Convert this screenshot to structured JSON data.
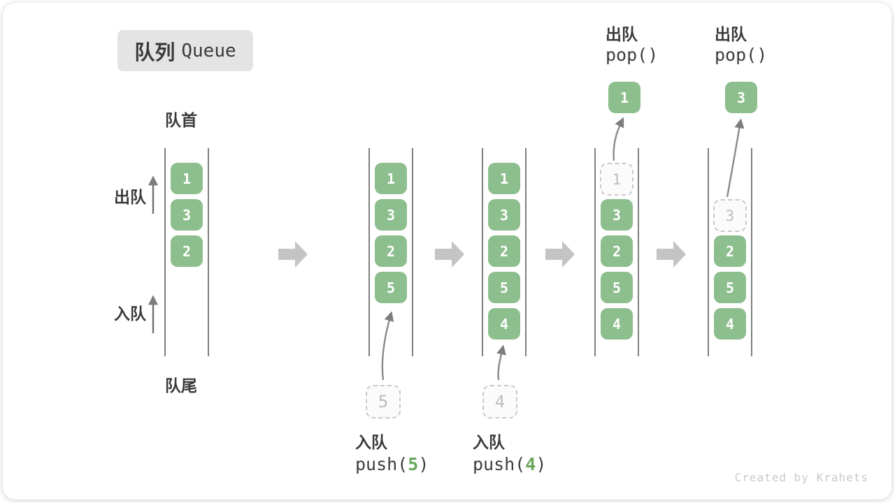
{
  "badge": {
    "zh": "队列",
    "en": "Queue"
  },
  "side_labels": {
    "front": "队首",
    "rear": "队尾",
    "dequeue": "出队",
    "enqueue": "入队"
  },
  "colors": {
    "box_green": "#8dbe8d",
    "block_arrow_gray": "#c4c4c4",
    "thin_arrow_gray": "#7d7d7d",
    "dashed_border": "#c9c9c9",
    "ghost_text": "#bdbdbd",
    "badge_bg": "#e4e4e4",
    "text_dark": "#3a3a3a",
    "arg_green": "#69a85a",
    "credit_gray": "#c9c9c9"
  },
  "queues": [
    {
      "boxes": [
        "1",
        "3",
        "2"
      ]
    },
    {
      "boxes": [
        "1",
        "3",
        "2",
        "5"
      ],
      "incoming_value": "5",
      "op": {
        "label": "入队",
        "fn": "push(",
        "arg": "5",
        "close": ")"
      }
    },
    {
      "boxes": [
        "1",
        "3",
        "2",
        "5",
        "4"
      ],
      "incoming_value": "4",
      "op": {
        "label": "入队",
        "fn": "push(",
        "arg": "4",
        "close": ")"
      }
    },
    {
      "boxes": [
        "3",
        "2",
        "5",
        "4"
      ],
      "ghost_value": "1",
      "popped_value": "1",
      "op": {
        "label": "出队",
        "fn": "pop()"
      }
    },
    {
      "boxes": [
        "2",
        "5",
        "4"
      ],
      "ghost_value": "3",
      "popped_value": "3",
      "op": {
        "label": "出队",
        "fn": "pop()"
      }
    }
  ],
  "credit": "Created by Krahets"
}
